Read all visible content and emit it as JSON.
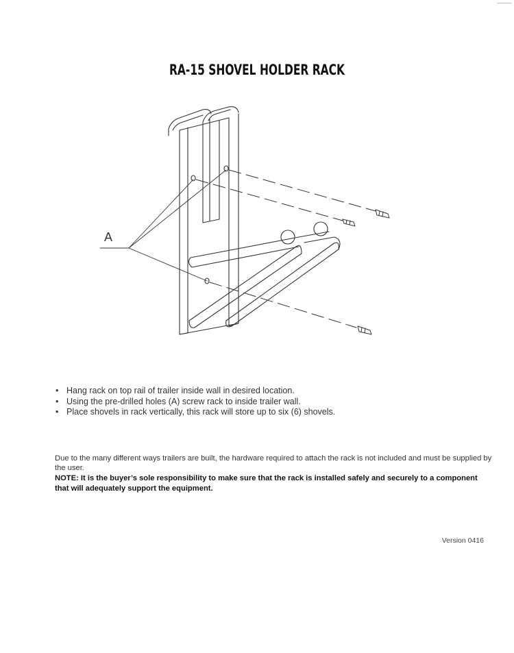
{
  "document": {
    "title": "RA-15  SHOVEL HOLDER RACK",
    "diagram": {
      "callout_label": "A"
    },
    "instructions": [
      "Hang rack on top rail of trailer inside wall in desired location.",
      "Using the pre-drilled holes (A) screw rack to inside trailer wall.",
      "Place shovels in rack vertically, this rack will store up to six (6) shovels."
    ],
    "bullet_char": "•",
    "disclaimer": "Due to the many different ways trailers are built, the hardware required to attach the rack is not included and must be supplied by the user.",
    "note": "NOTE: It is the buyer’s sole responsibility to make sure that the rack is installed safely and securely to a component that will adequately support the equipment.",
    "version": "Version 0416"
  }
}
